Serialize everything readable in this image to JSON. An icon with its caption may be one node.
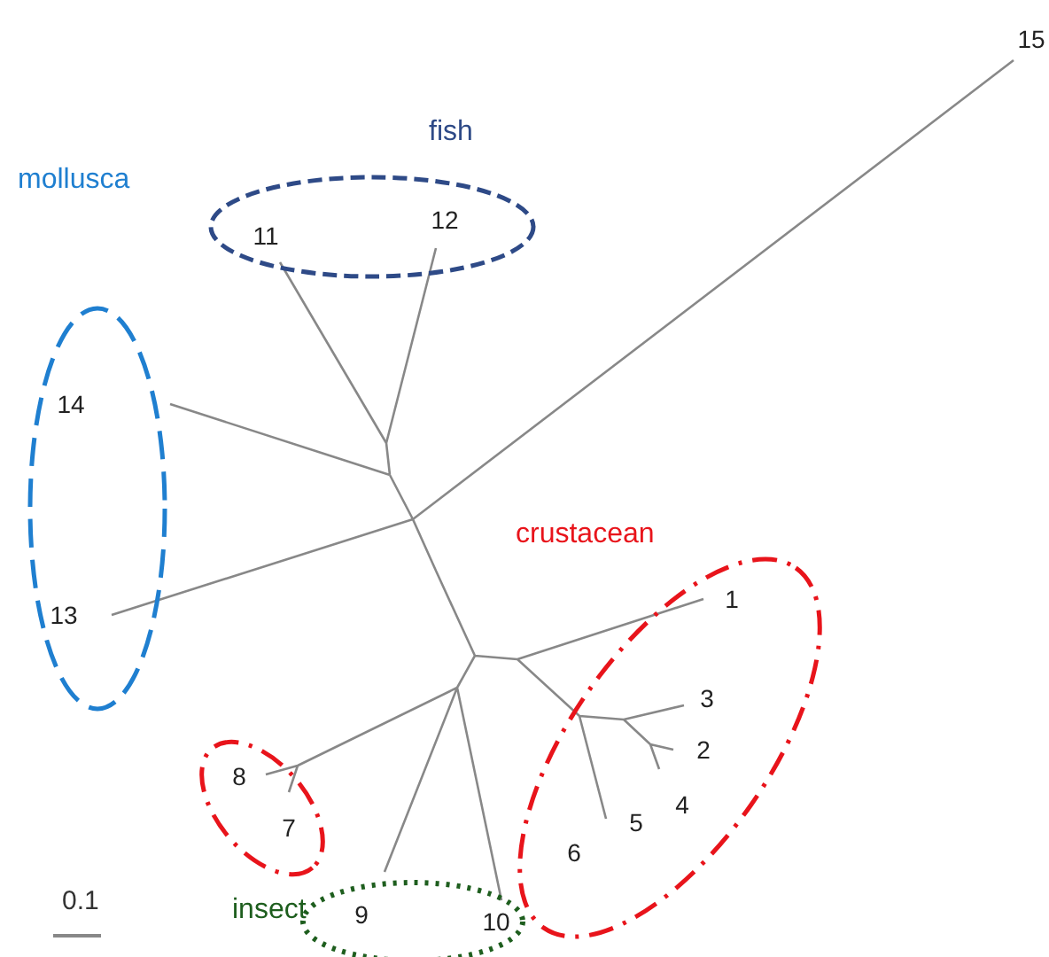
{
  "diagram": {
    "nodes": [
      {
        "text": [
          "fish"
        ]
      },
      {
        "text": [
          "11"
        ],
        "in": 0
      },
      {
        "text": [
          "12"
        ],
        "in": 0
      },
      {
        "text": [
          "15"
        ]
      },
      {
        "text": [
          "mollusca"
        ]
      },
      {
        "text": [
          "14"
        ],
        "in": 4
      },
      {
        "text": [
          "13"
        ],
        "in": 4
      },
      {
        "text": [
          "crustacean"
        ]
      },
      {
        "text": [
          "1"
        ],
        "in": 7
      },
      {
        "text": [
          "3"
        ],
        "in": 7
      },
      {
        "text": [
          "2"
        ],
        "in": 7
      },
      {
        "text": [
          "4"
        ],
        "in": 7
      },
      {
        "text": [
          "5"
        ],
        "in": 7
      },
      {
        "text": [
          "6"
        ],
        "in": 7
      },
      {
        "text": [],
        "shape": "ellipse"
      },
      {
        "text": [
          "8"
        ],
        "in": 14
      },
      {
        "text": [
          "7"
        ],
        "in": 14
      },
      {
        "text": [
          "insect"
        ]
      },
      {
        "text": [
          "9"
        ],
        "in": 17
      },
      {
        "text": [
          "10"
        ],
        "in": 17
      }
    ],
    "edges": [],
    "labels": [
      "0.1"
    ]
  }
}
